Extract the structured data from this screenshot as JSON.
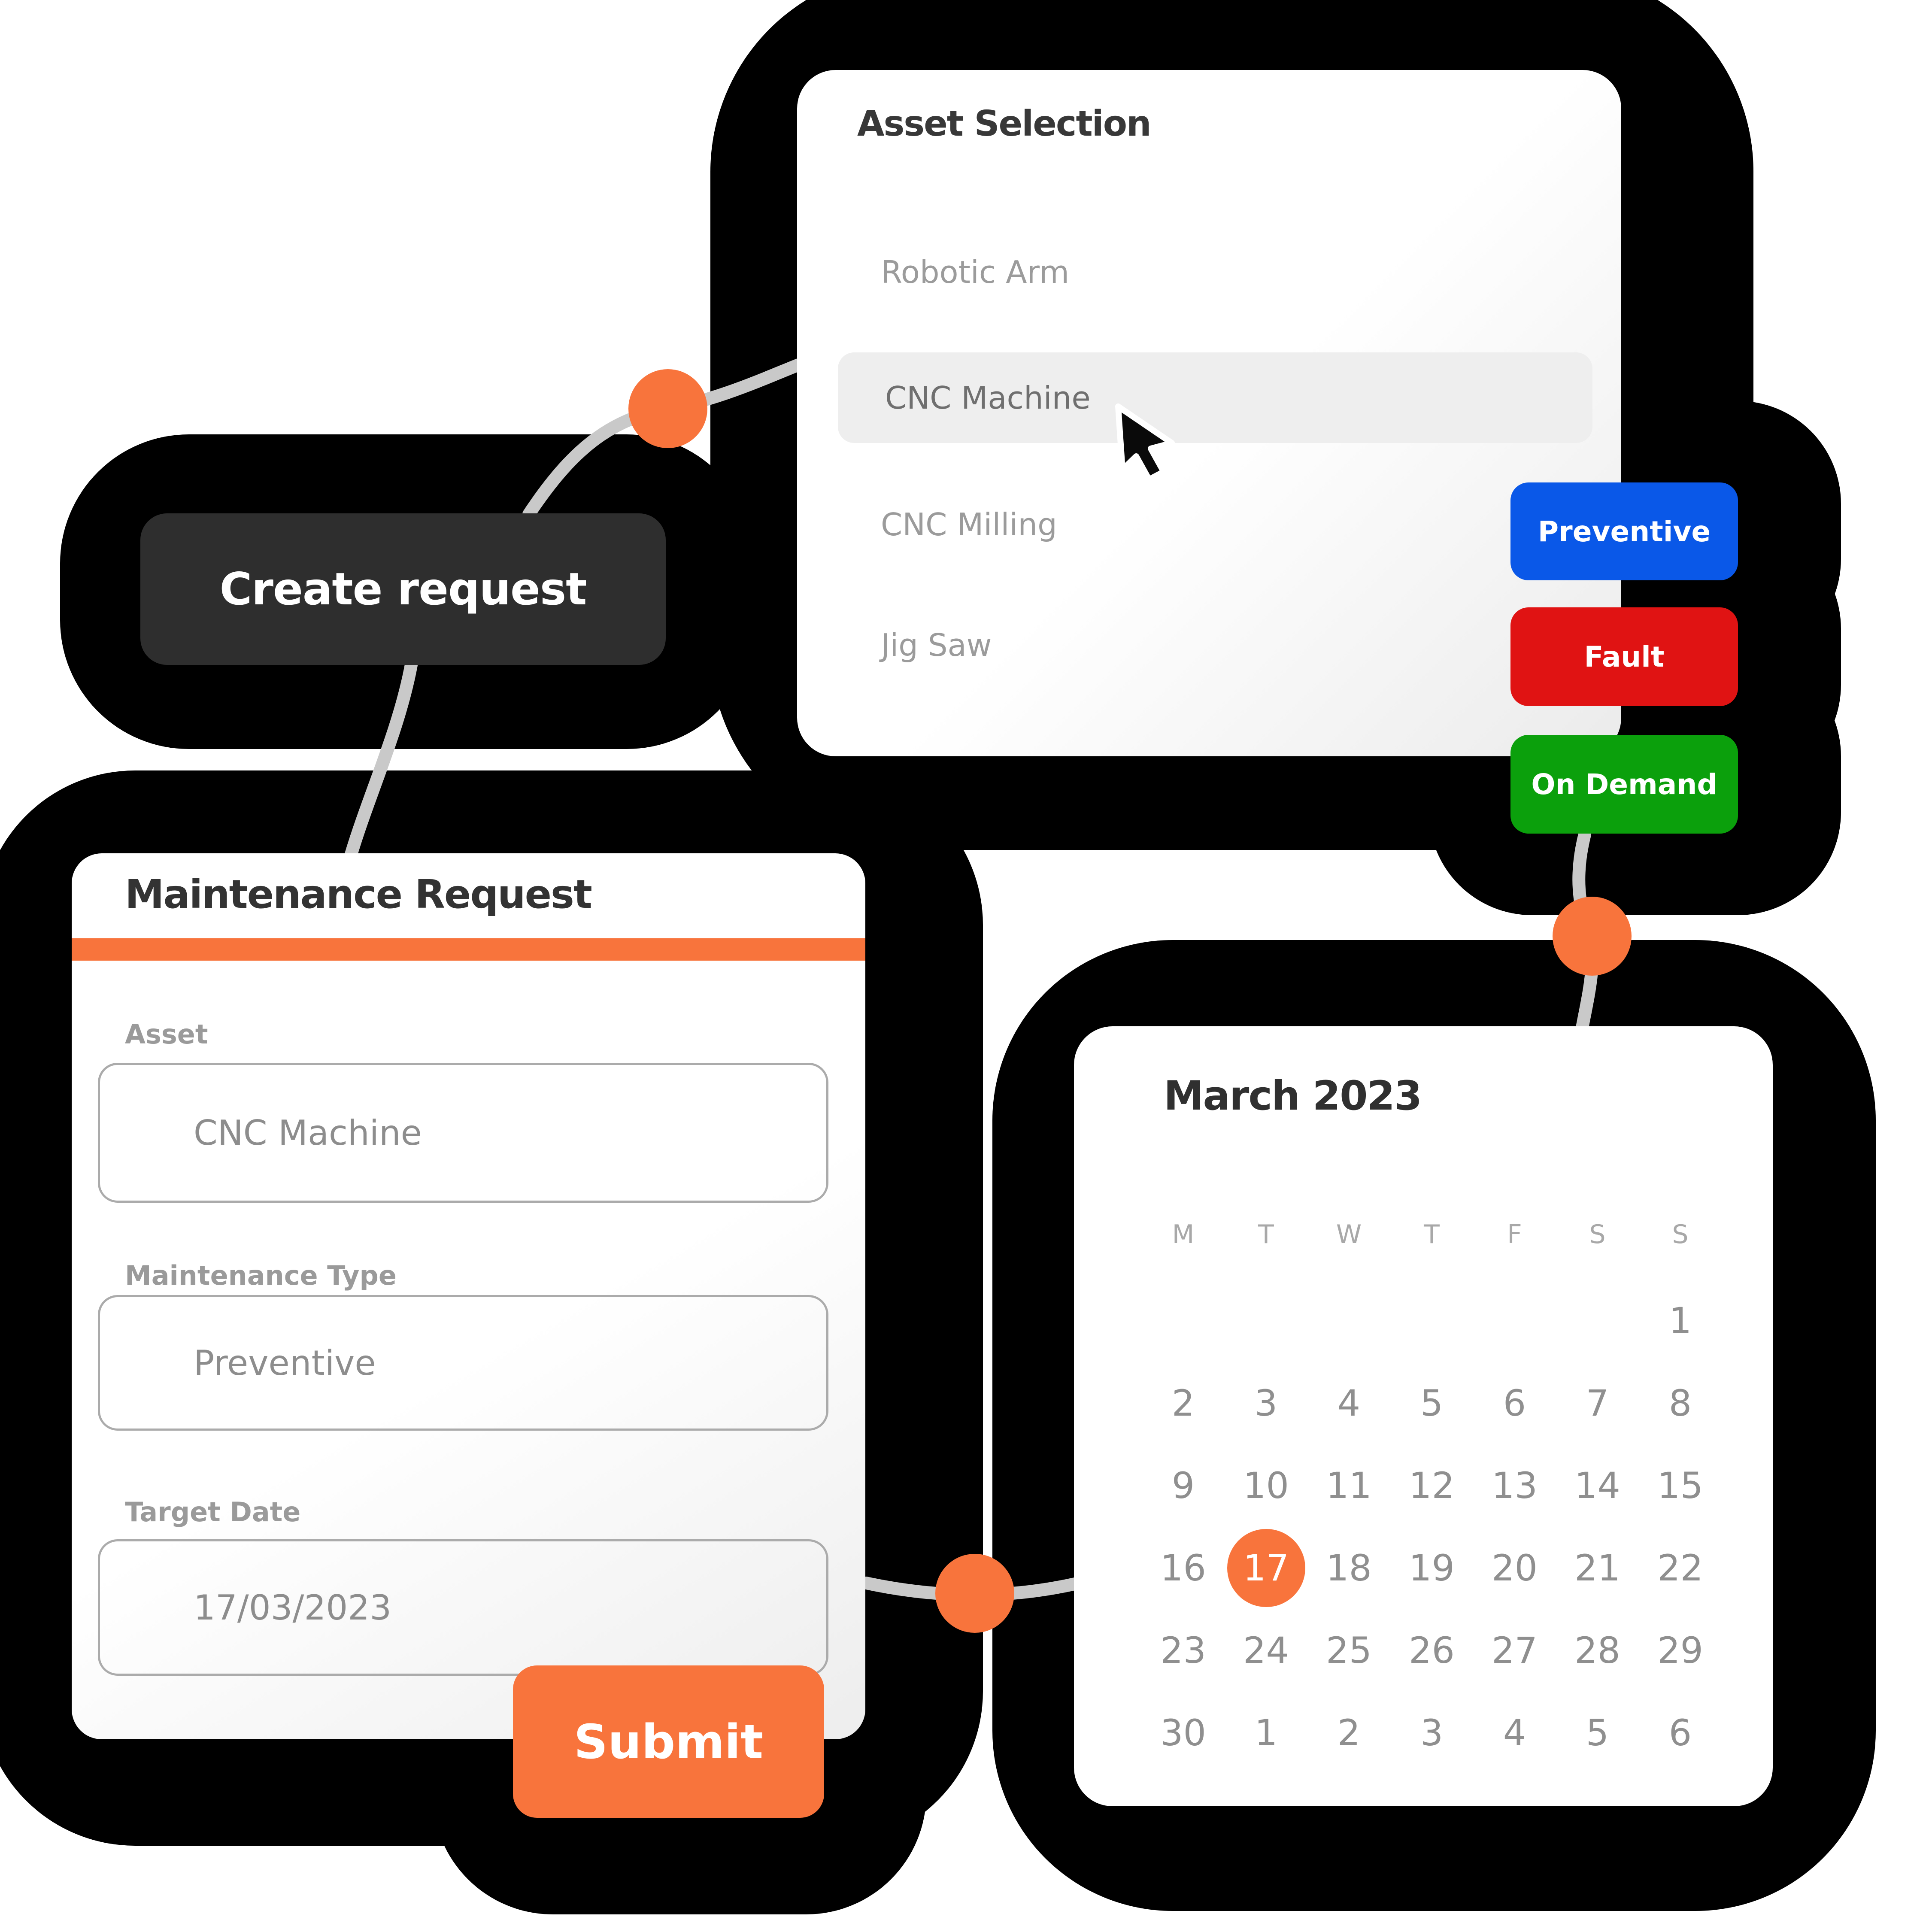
{
  "asset_panel": {
    "title": "Asset Selection",
    "items": [
      {
        "label": "Robotic Arm",
        "selected": false
      },
      {
        "label": "CNC Machine",
        "selected": true
      },
      {
        "label": "CNC Milling",
        "selected": false
      },
      {
        "label": "Jig Saw",
        "selected": false
      }
    ]
  },
  "create_button": {
    "label": "Create request"
  },
  "badges": [
    {
      "label": "Preventive",
      "color": "#0A58E8"
    },
    {
      "label": "Fault",
      "color": "#E01313"
    },
    {
      "label": "On Demand",
      "color": "#0BA00C"
    }
  ],
  "form": {
    "title": "Maintenance Request",
    "fields": [
      {
        "label": "Asset",
        "value": "CNC Machine"
      },
      {
        "label": "Maintenance Type",
        "value": "Preventive"
      },
      {
        "label": "Target Date",
        "value": "17/03/2023"
      }
    ],
    "submit_label": "Submit"
  },
  "calendar": {
    "title": "March 2023",
    "day_headers": [
      "M",
      "T",
      "W",
      "T",
      "F",
      "S",
      "S"
    ],
    "weeks": [
      [
        "",
        "",
        "",
        "",
        "",
        "",
        "1"
      ],
      [
        "2",
        "3",
        "4",
        "5",
        "6",
        "7",
        "8"
      ],
      [
        "9",
        "10",
        "11",
        "12",
        "13",
        "14",
        "15"
      ],
      [
        "16",
        "17",
        "18",
        "19",
        "20",
        "21",
        "22"
      ],
      [
        "23",
        "24",
        "25",
        "26",
        "27",
        "28",
        "29"
      ],
      [
        "30",
        "1",
        "2",
        "3",
        "4",
        "5",
        "6"
      ]
    ],
    "selected_date": "17"
  },
  "colors": {
    "accent_orange": "#F8743C",
    "badge_blue": "#0A58E8",
    "badge_red": "#E01313",
    "badge_green": "#0BA00C",
    "connector_gray": "#C9C9C9",
    "dark_button": "#2E2E2E",
    "highlight_row": "#EEEEEE",
    "blob_black": "#000000"
  }
}
